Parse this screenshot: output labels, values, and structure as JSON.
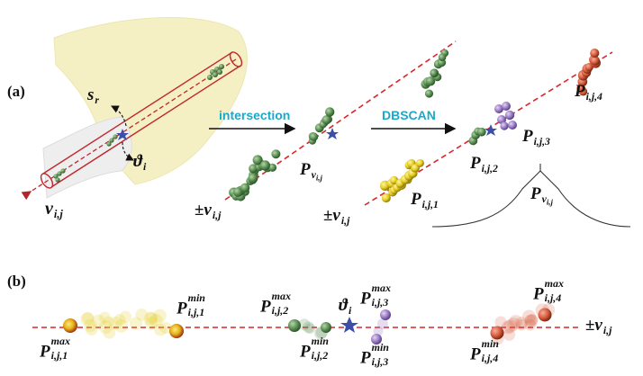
{
  "panels": {
    "a": "(a)",
    "b": "(b)"
  },
  "steps": {
    "intersection": "intersection",
    "dbscan": "DBSCAN"
  },
  "symbols": {
    "s_r": "s",
    "s_r_sub": "r",
    "theta_i": "ϑ",
    "theta_i_sub": "i",
    "v_ij": "v",
    "v_ij_sub": "i,j",
    "pm_v_ij": "±v",
    "pm_v_ij_sub": "i,j",
    "P_v_ij": "P",
    "P_v_ij_sub": "v",
    "P_v_ij_subsub": "i,j",
    "P1_sub": "i,j,1",
    "P2_sub": "i,j,2",
    "P3_sub": "i,j,3",
    "P4_sub": "i,j,4",
    "P": "P",
    "max": "max",
    "min": "min"
  },
  "colors": {
    "dashed_line": "#d9262b",
    "green": "#5b8f55",
    "yellow": "#e5cc23",
    "purple": "#9a7bc4",
    "red": "#d65a3c",
    "star": "#3b4fa8",
    "arrow": "#111111",
    "shape": "#f5f0c4",
    "accent": "#1ca9c9"
  }
}
